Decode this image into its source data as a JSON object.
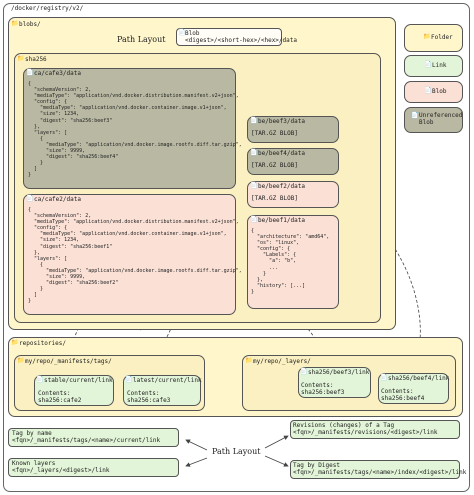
{
  "root": {
    "label": "/docker/registry/v2/"
  },
  "blobs_folder": {
    "label": "blobs/"
  },
  "sha_folder": {
    "label": "sha256"
  },
  "path_layout_top": {
    "label": "Path Layout",
    "blob_title": "Blob",
    "blob_path": "<digest>/<short-hex>/<hex>/data"
  },
  "cafe3": {
    "title": "ca/cafe3/data",
    "body": "{\n  \"schemaVersion\": 2,\n  \"mediaType\": \"application/vnd.docker.distribution.manifest.v2+json\",\n  \"config\": {\n    \"mediaType\": \"application/vnd.docker.container.image.v1+json\",\n    \"size\": 1234,\n    \"digest\": \"sha256:beef3\"\n  },\n  \"layers\": [\n    {\n      \"mediaType\": \"application/vnd.docker.image.rootfs.diff.tar.gzip\",\n      \"size\": 9999,\n      \"digest\": \"sha256:beef4\"\n    }\n  ]\n}"
  },
  "cafe2": {
    "title": "ca/cafe2/data",
    "body": "{\n  \"schemaVersion\": 2,\n  \"mediaType\": \"application/vnd.docker.distribution.manifest.v2+json\",\n  \"config\": {\n    \"mediaType\": \"application/vnd.docker.container.image.v1+json\",\n    \"size\": 1234,\n    \"digest\": \"sha256:beef1\"\n  },\n  \"layers\": [\n    {\n      \"mediaType\": \"application/vnd.docker.image.rootfs.diff.tar.gzip\",\n      \"size\": 9999,\n      \"digest\": \"sha256:beef2\"\n    }\n  ]\n}"
  },
  "beef3": {
    "title": "be/beef3/data",
    "body": "[TAR.GZ BLOB]"
  },
  "beef4": {
    "title": "be/beef4/data",
    "body": "[TAR.GZ BLOB]"
  },
  "beef2": {
    "title": "be/beef2/data",
    "body": "[TAR.GZ BLOB]"
  },
  "beef1": {
    "title": "be/beef1/data",
    "body": "{\n  \"architecture\": \"amd64\",\n  \"os\": \"linux\",\n  \"config\": {\n    \"Labels\": {\n      \"a\": \"b\",\n      ...\n    }\n  },\n  \"history\": [...]\n}"
  },
  "legend": {
    "folder": "Folder",
    "link": "Link",
    "blob": "Blob",
    "unref": "Unreferenced\nBlob"
  },
  "repositories": {
    "label": "repositories/"
  },
  "manifests": {
    "title": "my/repo/_manifests/tags/",
    "stable": {
      "title": "stable/current/link",
      "contents": "Contents:\nsha256:cafe2"
    },
    "latest": {
      "title": "latest/current/link",
      "contents": "Contents:\nsha256:cafe3"
    }
  },
  "layers": {
    "title": "my/repo/_layers/",
    "beef3": {
      "title": "sha256/beef3/link",
      "contents": "Contents:\nsha256:beef3"
    },
    "beef4": {
      "title": "sha256/beef4/link",
      "contents": "Contents:\nsha256:beef4"
    }
  },
  "path_layout_bottom": {
    "label": "Path Layout",
    "tag_by_name": "Tag by name\n<fqn>/_manifests/tags/<name>/current/link",
    "known_layers": "Known layers\n<fqn>/_layers/<digest>/link",
    "revisions": "Revisions (changes) of a Tag\n<fqn>/_manifests/revisions/<digest>/link",
    "tag_by_digest": "Tag by Digest\n<fqn>/_manifests/tags/<name>/index/<digest>/link"
  }
}
